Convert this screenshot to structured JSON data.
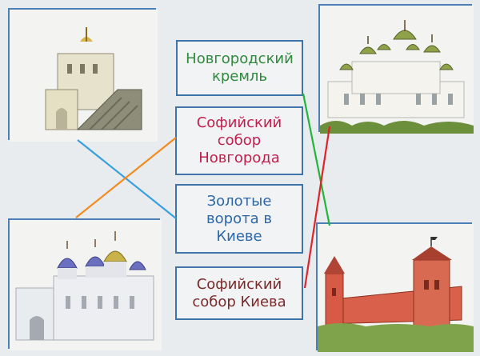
{
  "labels": {
    "box1": "Новгородский\nкремль",
    "box2": "Софийский\nсобор\nНовгорода",
    "box3": "Золотые\nворота   в\nКиеве",
    "box4": "Софийский\nсобор   Киева"
  },
  "images": [
    "golden-gate-kiev-illustration",
    "st-sophia-kiev-illustration",
    "st-sophia-novgorod-illustration",
    "novgorod-kremlin-illustration"
  ],
  "colors": {
    "frame": "#4b7fb5",
    "line_blue": "#3aa0dd",
    "line_orange": "#f28a1e",
    "line_green": "#22b33a",
    "line_red": "#e0222a"
  }
}
